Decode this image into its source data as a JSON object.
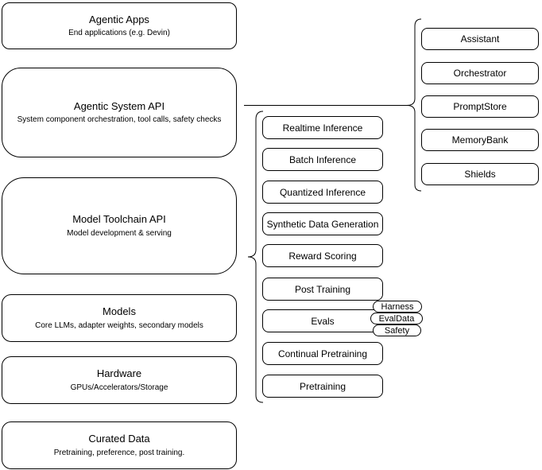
{
  "diagram": {
    "left_stack": [
      {
        "title": "Agentic Apps",
        "subtitle": "End applications (e.g. Devin)"
      },
      {
        "title": "Agentic System API",
        "subtitle": "System component orchestration, tool calls, safety checks"
      },
      {
        "title": "Model Toolchain API",
        "subtitle": "Model development & serving"
      },
      {
        "title": "Models",
        "subtitle": "Core LLMs, adapter weights, secondary models"
      },
      {
        "title": "Hardware",
        "subtitle": "GPUs/Accelerators/Storage"
      },
      {
        "title": "Curated Data",
        "subtitle": "Pretraining, preference, post training."
      }
    ],
    "toolchain_services": [
      "Realtime Inference",
      "Batch Inference",
      "Quantized Inference",
      "Synthetic Data Generation",
      "Reward Scoring",
      "Post Training",
      "Evals",
      "Continual Pretraining",
      "Pretraining"
    ],
    "eval_tags": [
      "Harness",
      "EvalData",
      "Safety"
    ],
    "system_components": [
      "Assistant",
      "Orchestrator",
      "PromptStore",
      "MemoryBank",
      "Shields"
    ],
    "colors": {
      "stroke": "#000000",
      "fill": "#ffffff",
      "text": "#000000"
    }
  }
}
